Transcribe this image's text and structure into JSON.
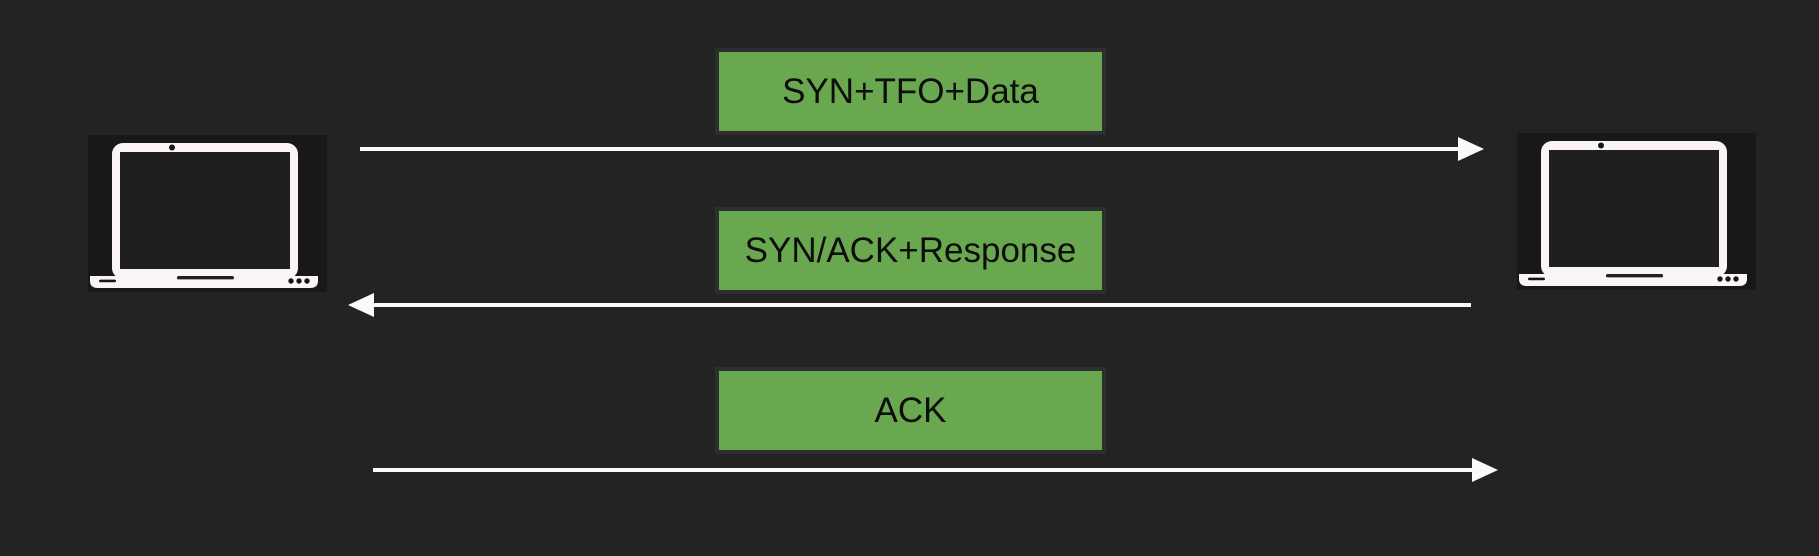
{
  "diagram": {
    "background_color": "#232323",
    "box_fill_color": "#6aa84f",
    "box_border_color": "#2e2e2e",
    "box_text_color": "#0d0d0d",
    "arrow_color": "#fafafa",
    "laptop_body_color": "#faf5f4",
    "laptop_backdrop_color": "#181818",
    "nodes": [
      {
        "id": "left-host",
        "icon": "laptop-icon"
      },
      {
        "id": "right-host",
        "icon": "laptop-icon"
      }
    ],
    "messages": [
      {
        "label": "SYN+TFO+Data",
        "direction": "left-to-right"
      },
      {
        "label": "SYN/ACK+Response",
        "direction": "right-to-left"
      },
      {
        "label": "ACK",
        "direction": "left-to-right"
      }
    ]
  }
}
